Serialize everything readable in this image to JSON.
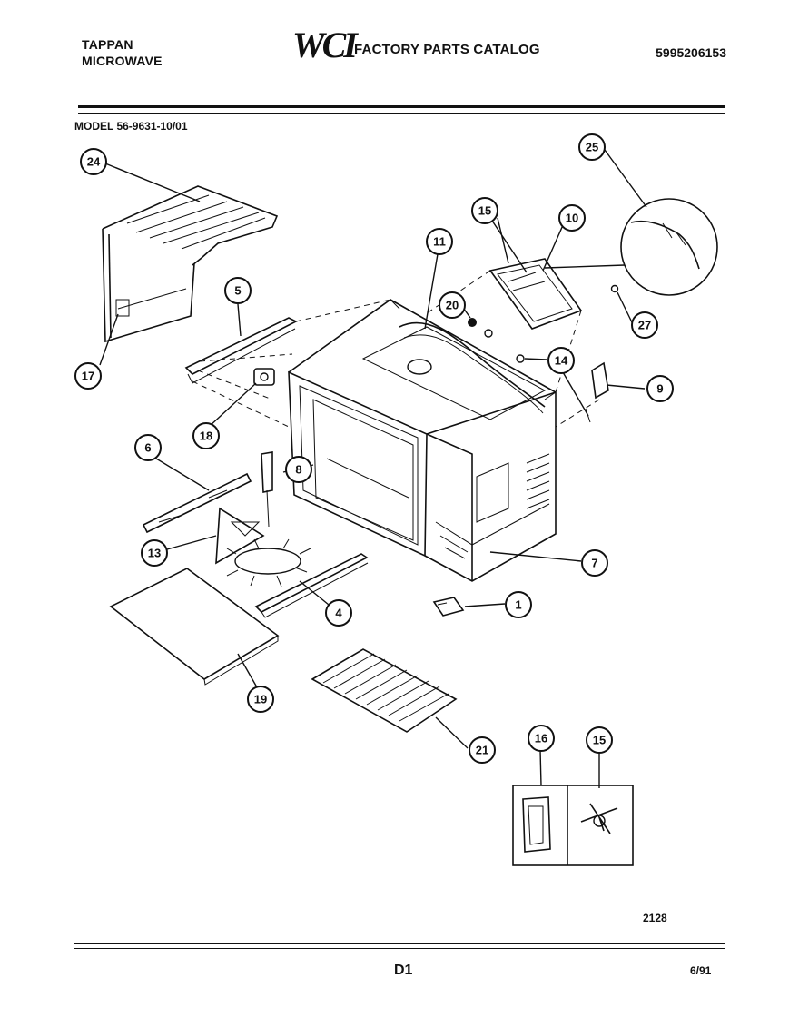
{
  "header": {
    "brand_line1": "TAPPAN",
    "brand_line2": "MICROWAVE",
    "logo": "WCI",
    "catalog_title": "FACTORY PARTS CATALOG",
    "part_number": "5995206153"
  },
  "model_label": "MODEL 56-9631-10/01",
  "callouts": {
    "c24": "24",
    "c25": "25",
    "c15a": "15",
    "c10": "10",
    "c11": "11",
    "c5": "5",
    "c20": "20",
    "c27": "27",
    "c17": "17",
    "c14": "14",
    "c9": "9",
    "c18": "18",
    "c6": "6",
    "c8": "8",
    "c13": "13",
    "c7": "7",
    "c4": "4",
    "c1": "1",
    "c19": "19",
    "c21": "21",
    "c16": "16",
    "c15b": "15"
  },
  "footer": {
    "drawing_code": "2128",
    "page_label": "D1",
    "date": "6/91"
  }
}
